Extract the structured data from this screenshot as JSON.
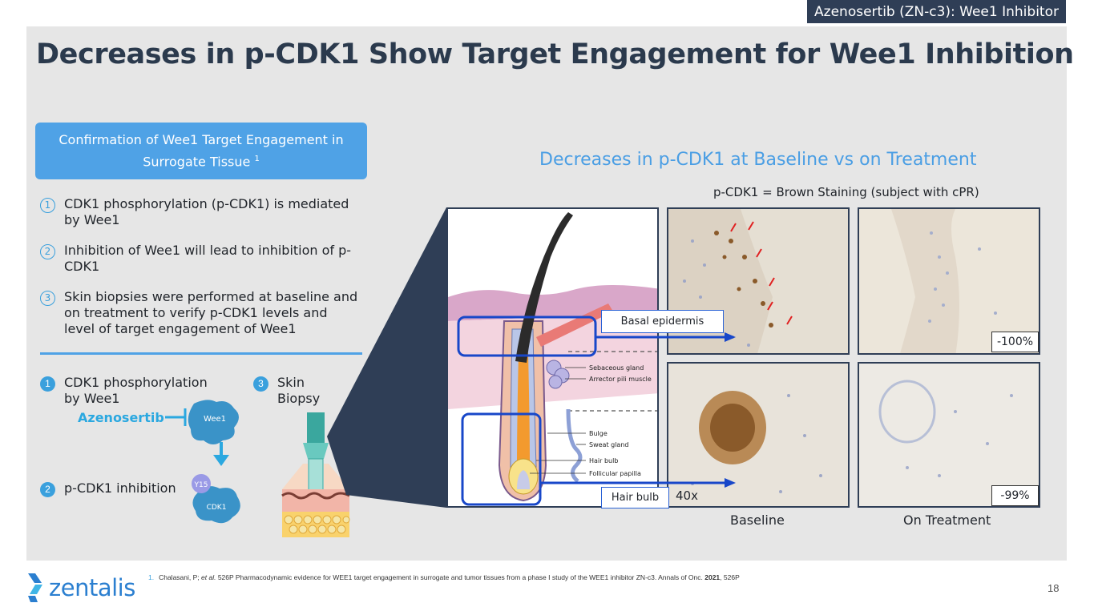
{
  "header": {
    "tag": "Azenosertib (ZN-c3): Wee1 Inhibitor",
    "title": "Decreases in p-CDK1 Show Target Engagement for Wee1 Inhibition"
  },
  "confirmation_box": {
    "line1": "Confirmation of Wee1 Target Engagement in",
    "line2": "Surrogate Tissue",
    "footnote_ref": "1"
  },
  "points": [
    {
      "num": "1",
      "text": "CDK1 phosphorylation (p-CDK1) is mediated by Wee1"
    },
    {
      "num": "2",
      "text": "Inhibition of Wee1 will lead to inhibition of p-CDK1"
    },
    {
      "num": "3",
      "text": "Skin biopsies were performed at baseline and on treatment to verify p-CDK1 levels and level of target engagement of Wee1"
    }
  ],
  "schematic": {
    "step1": {
      "num": "1",
      "text": "CDK1 phosphorylation by Wee1"
    },
    "step2": {
      "num": "2",
      "text": "p-CDK1 inhibition"
    },
    "step3": {
      "num": "3",
      "text": "Skin Biopsy"
    },
    "inhibitor": "Azenosertib",
    "wee1_label": "Wee1",
    "y15_label": "Y15",
    "cdk1_label": "CDK1"
  },
  "figure": {
    "subtitle": "Decreases in p-CDK1 at Baseline vs on Treatment",
    "caption": "p-CDK1 = Brown Staining (subject with cPR)",
    "diagram_labels": [
      "Sebaceous gland",
      "Arrector pili muscle",
      "Bulge",
      "Sweat gland",
      "Hair bulb",
      "Follicular papilla"
    ],
    "callout_epidermis": "Basal epidermis",
    "callout_hairbulb": "Hair bulb",
    "pct_epidermis": "-100%",
    "pct_hairbulb": "-99%",
    "magnification": "40x",
    "col_baseline": "Baseline",
    "col_treatment": "On Treatment"
  },
  "footer": {
    "logo": "zentalis",
    "footnote_num": "1.",
    "footnote_pre": "Chalasani, P; ",
    "footnote_etal": "et al.",
    "footnote_mid": " 526P Pharmacodynamic evidence for WEE1 target engagement in surrogate and tumor tissues from a phase I study of the WEE1 inhibitor ZN-c3. Annals of Onc. ",
    "footnote_year": "2021",
    "footnote_post": ", 526P",
    "page": "18"
  }
}
